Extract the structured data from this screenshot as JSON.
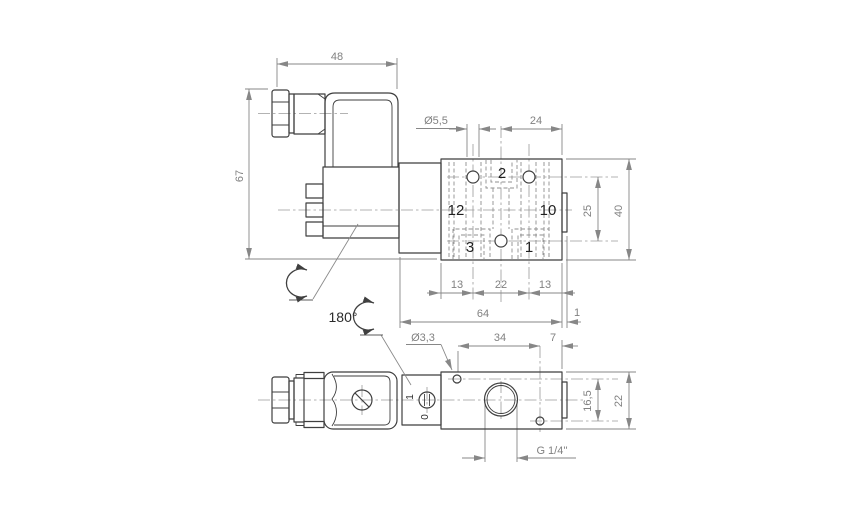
{
  "colors": {
    "part_line": "#3f3f3f",
    "dim_line": "#878787",
    "hidden_line": "#8f8f8f",
    "center_line": "#9a9a9a",
    "dim_text": "#818181",
    "port_text": "#1f1f1f",
    "background": "#ffffff"
  },
  "side_view": {
    "dim_width": "48",
    "dim_height": "67",
    "rotation_label": "180°"
  },
  "end_view": {
    "dim_hole": "Ø5,5",
    "dim_24": "24",
    "dim_25": "25",
    "dim_40": "40",
    "dim_13_left": "13",
    "dim_22": "22",
    "dim_13_right": "13",
    "dim_64": "64",
    "dim_tab": "1",
    "ports": {
      "p2": "2",
      "p12": "12",
      "p10": "10",
      "p3": "3",
      "p1": "1"
    }
  },
  "bottom_view": {
    "dim_hole": "Ø3,3",
    "dim_34": "34",
    "dim_7": "7",
    "dim_165": "16,5",
    "dim_22": "22",
    "thread_label": "G 1/4''",
    "override_on": "1",
    "override_off": "0"
  }
}
